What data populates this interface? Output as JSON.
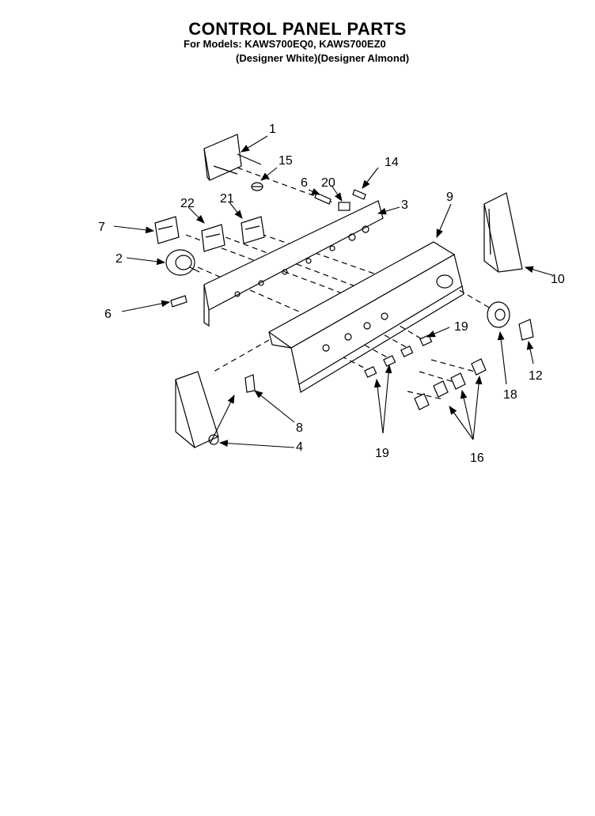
{
  "header": {
    "title": "CONTROL PANEL PARTS",
    "models": "For Models: KAWS700EQ0, KAWS700EZ0",
    "colors": "(Designer White)(Designer Almond)"
  },
  "callouts": [
    "1",
    "15",
    "6",
    "20",
    "14",
    "3",
    "22",
    "21",
    "9",
    "7",
    "2",
    "10",
    "6",
    "19",
    "12",
    "18",
    "8",
    "4",
    "19",
    "16"
  ]
}
